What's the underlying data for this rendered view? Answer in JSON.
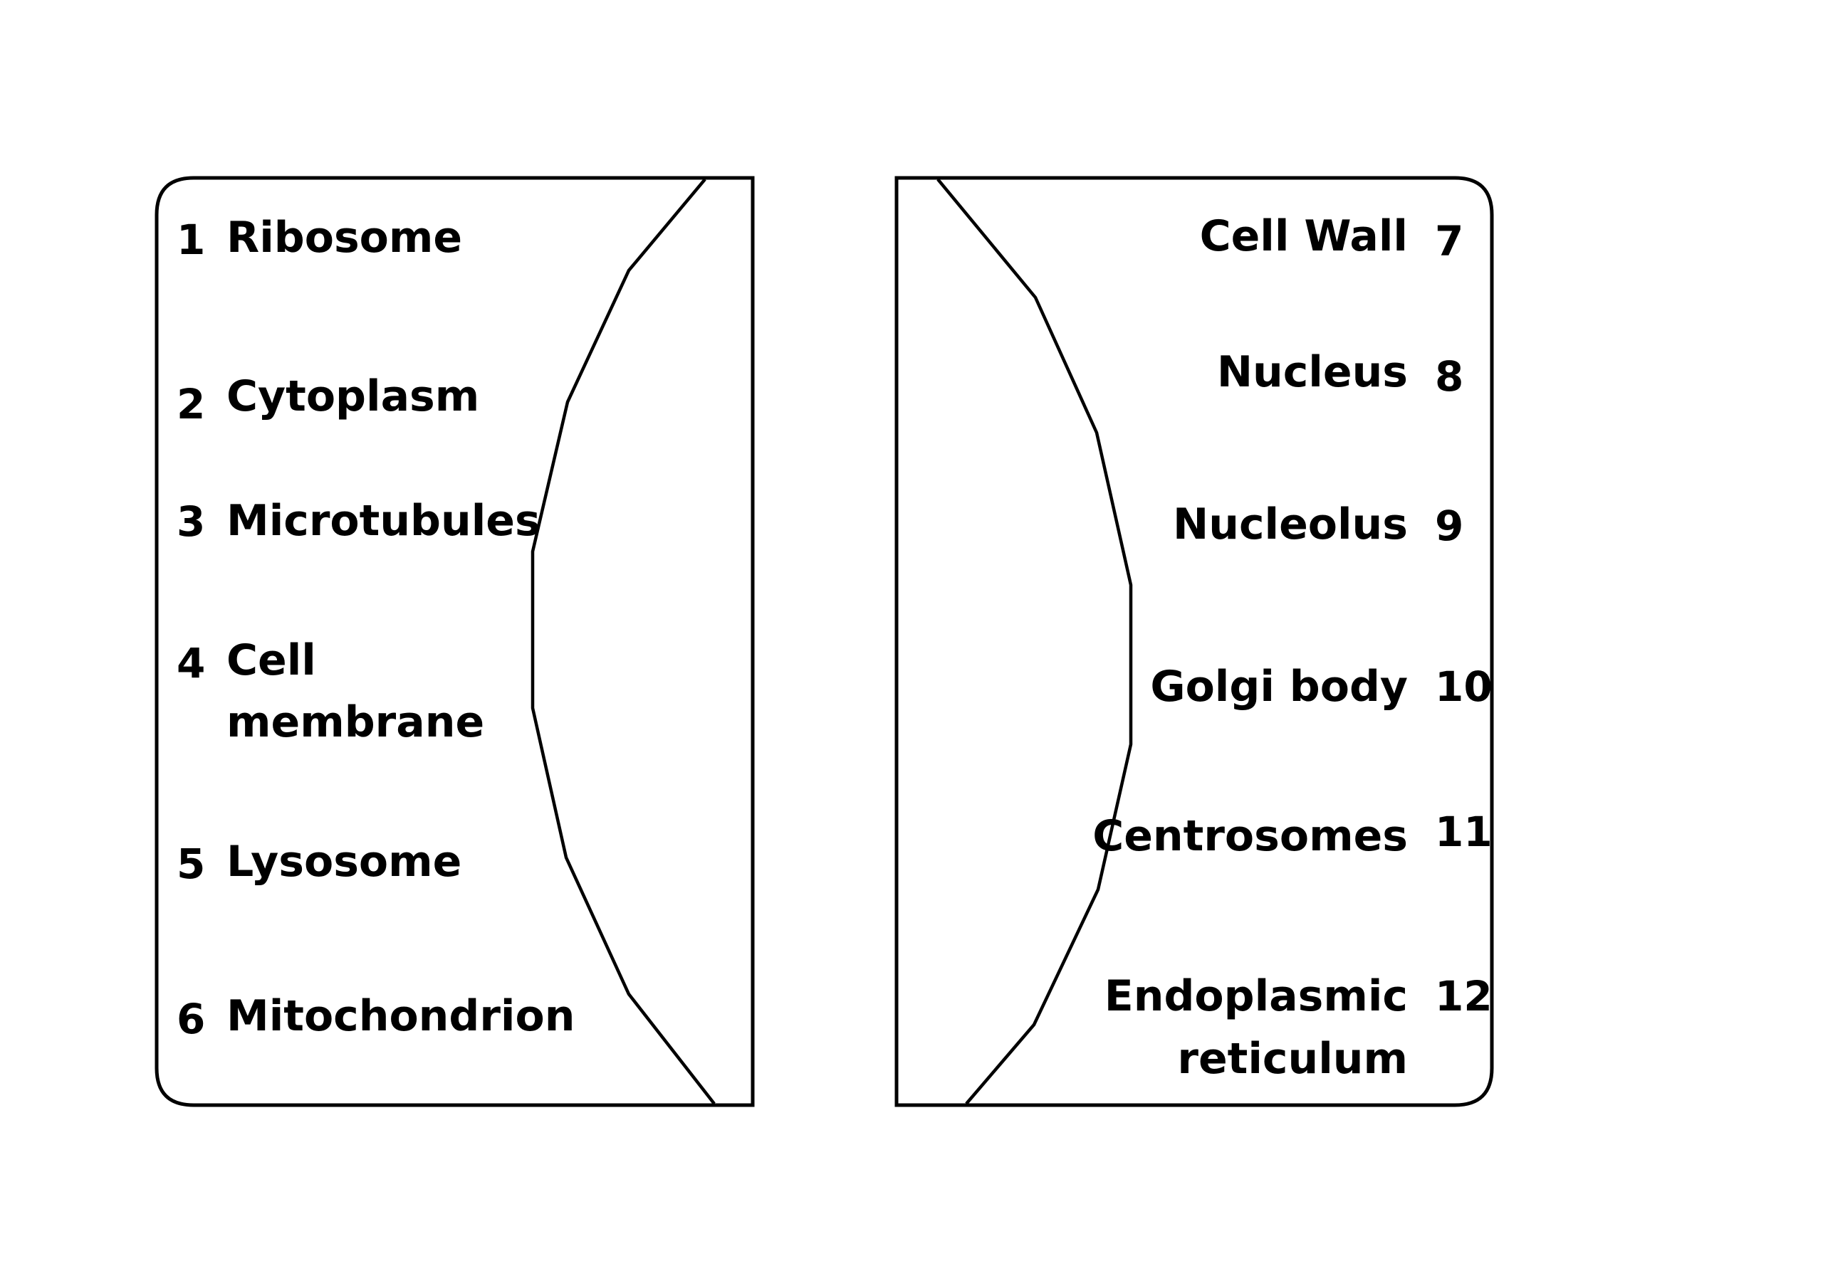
{
  "left_panel": {
    "items": [
      {
        "number": "1",
        "label_lines": [
          "Ribosome"
        ]
      },
      {
        "number": "2",
        "label_lines": [
          "Cytoplasm"
        ]
      },
      {
        "number": "3",
        "label_lines": [
          "Microtubules"
        ]
      },
      {
        "number": "4",
        "label_lines": [
          "Cell",
          "membrane"
        ]
      },
      {
        "number": "5",
        "label_lines": [
          "Lysosome"
        ]
      },
      {
        "number": "6",
        "label_lines": [
          "Mitochondrion"
        ]
      }
    ]
  },
  "right_panel": {
    "items": [
      {
        "number": "7",
        "label_lines": [
          "Cell Wall"
        ]
      },
      {
        "number": "8",
        "label_lines": [
          "Nucleus"
        ]
      },
      {
        "number": "9",
        "label_lines": [
          "Nucleolus"
        ]
      },
      {
        "number": "10",
        "label_lines": [
          "Golgi body"
        ]
      },
      {
        "number": "11",
        "label_lines": [
          "Centrosomes"
        ]
      },
      {
        "number": "12",
        "label_lines": [
          "Endoplasmic",
          "reticulum"
        ]
      }
    ]
  },
  "colors": {
    "stroke": "#000000",
    "background": "#ffffff"
  }
}
